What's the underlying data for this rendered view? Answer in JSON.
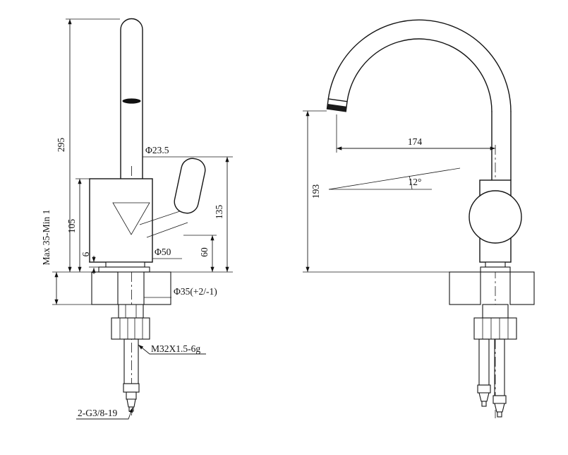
{
  "drawing": {
    "title": "faucet-technical-drawing",
    "left": {
      "height": "295",
      "body_height": "105",
      "flange_gap": "6",
      "deck_thickness": "Max 35-Min 1",
      "spout_diameter": "Φ23.5",
      "body_diameter": "Φ50",
      "hole_diameter": "Φ35(+2/-1)",
      "handle_height": "135",
      "handle_bottom": "60",
      "thread_spec": "M32X1.5-6g",
      "hose_spec": "2-G3/8-19"
    },
    "right": {
      "spout_reach": "174",
      "spout_height": "193",
      "spray_angle": "12°"
    }
  }
}
